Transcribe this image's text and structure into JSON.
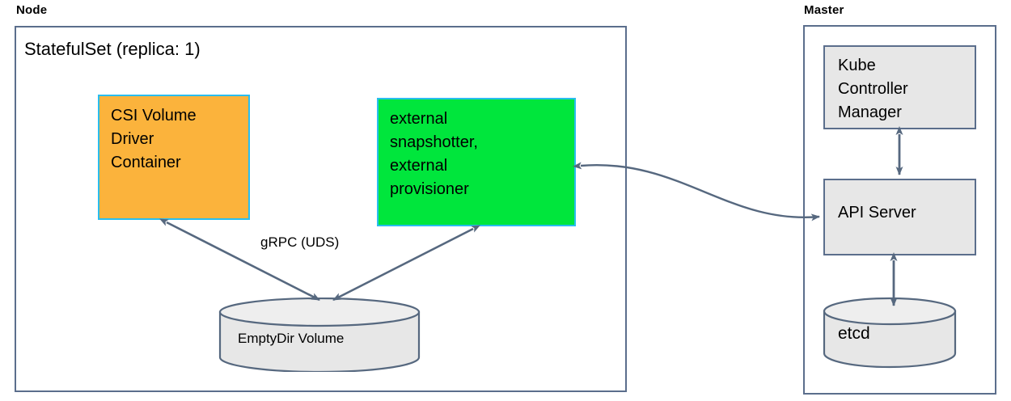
{
  "diagram": {
    "title_node": "Node",
    "title_master": "Master",
    "statefulset_title": "StatefulSet (replica: 1)",
    "accent_orange": "#fbb33c",
    "accent_green": "#00e63c",
    "accent_cyan_border": "#29bdef",
    "accent_gray_fill": "#e7e7e7",
    "accent_slate_stroke": "#56687f"
  },
  "node": {
    "label": "Node",
    "statefulset": {
      "label": "StatefulSet (replica: 1)"
    },
    "boxes": [
      {
        "id": "csi-volume-driver-container",
        "text": "CSI Volume\nDriver\nContainer"
      },
      {
        "id": "external-sidecars",
        "text": "external\nsnapshotter,\nexternal\nprovisioner"
      }
    ],
    "volume": {
      "label": "EmptyDir Volume"
    },
    "edges": [
      {
        "id": "grpc-uds",
        "label": "gRPC (UDS)"
      }
    ]
  },
  "master": {
    "label": "Master",
    "boxes": [
      {
        "id": "kube-controller-manager",
        "text": "Kube\nController\nManager"
      },
      {
        "id": "api-server",
        "text": "API Server"
      }
    ],
    "datastore": {
      "label": "etcd"
    }
  }
}
